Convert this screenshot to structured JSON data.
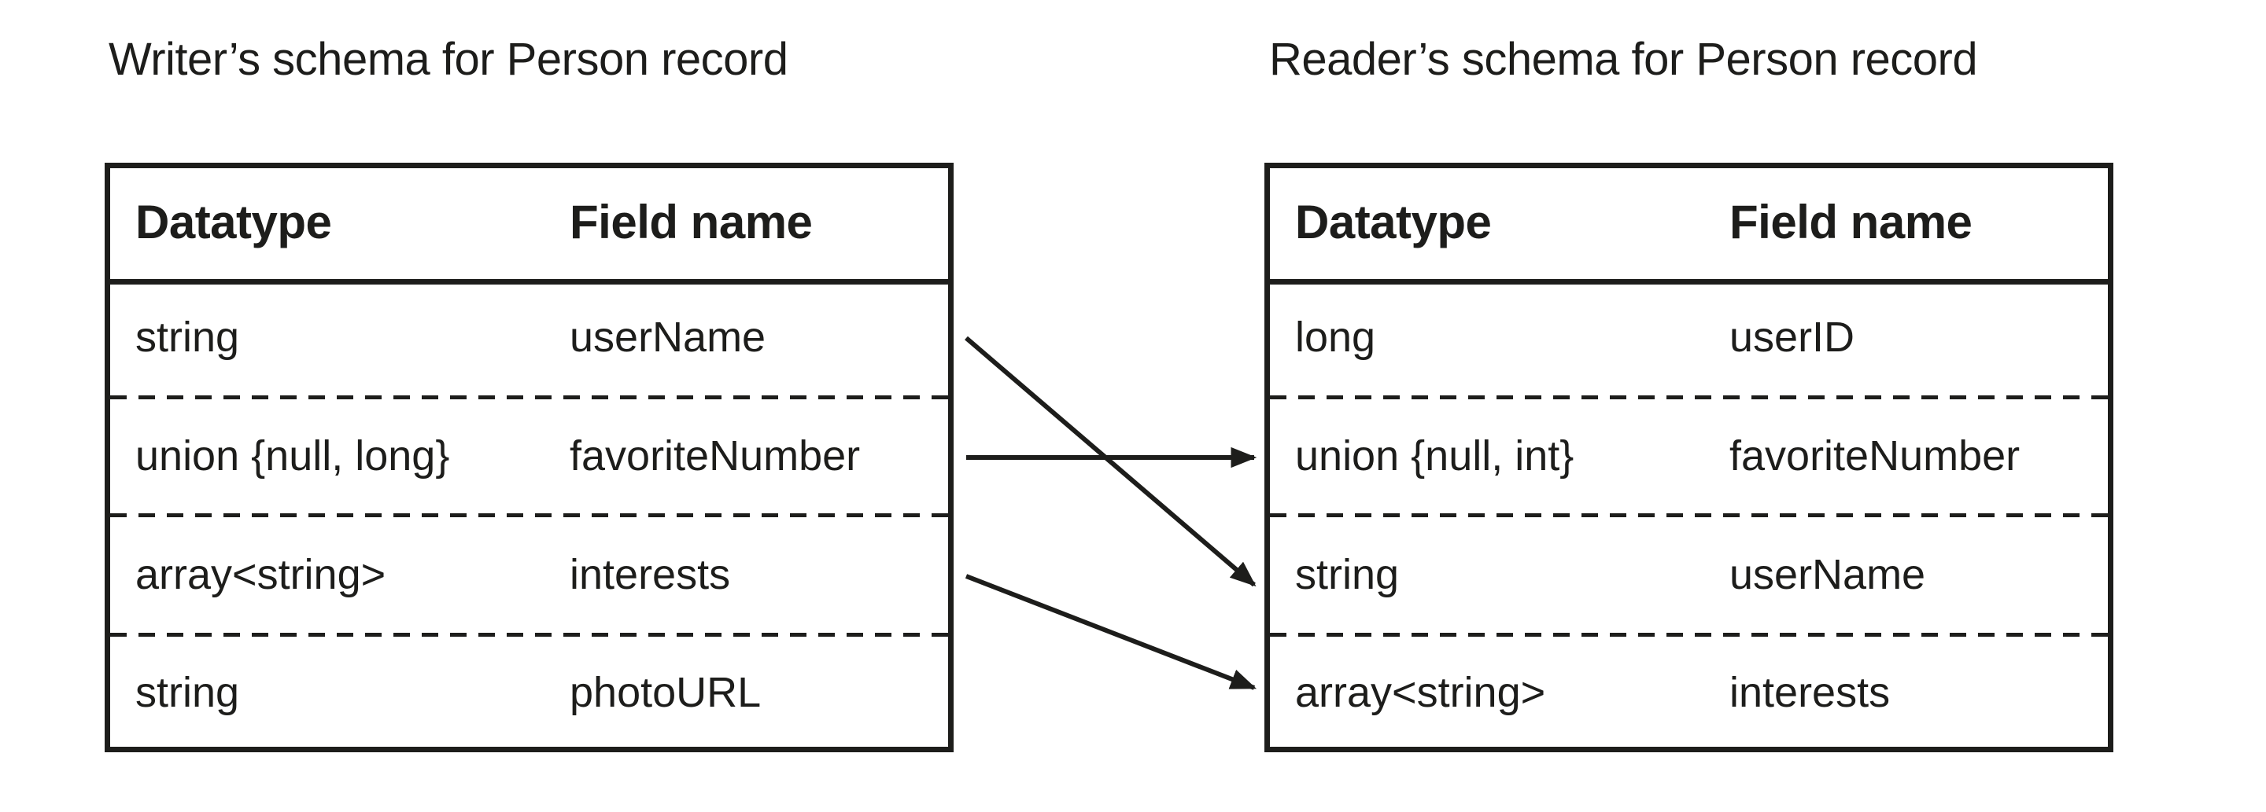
{
  "diagram": {
    "writer": {
      "title": "Writer’s schema for Person record",
      "columns": [
        "Datatype",
        "Field name"
      ],
      "rows": [
        {
          "datatype": "string",
          "field": "userName"
        },
        {
          "datatype": "union {null, long}",
          "field": "favoriteNumber"
        },
        {
          "datatype": "array<string>",
          "field": "interests"
        },
        {
          "datatype": "string",
          "field": "photoURL"
        }
      ]
    },
    "reader": {
      "title": "Reader’s schema for Person record",
      "columns": [
        "Datatype",
        "Field name"
      ],
      "rows": [
        {
          "datatype": "long",
          "field": "userID"
        },
        {
          "datatype": "union {null, int}",
          "field": "favoriteNumber"
        },
        {
          "datatype": "string",
          "field": "userName"
        },
        {
          "datatype": "array<string>",
          "field": "interests"
        }
      ]
    },
    "arrows": [
      {
        "from": "userName",
        "to": "userName"
      },
      {
        "from": "favoriteNumber",
        "to": "favoriteNumber"
      },
      {
        "from": "interests",
        "to": "interests"
      }
    ],
    "colors": {
      "ink": "#1d1d1b",
      "background": "#ffffff"
    }
  }
}
